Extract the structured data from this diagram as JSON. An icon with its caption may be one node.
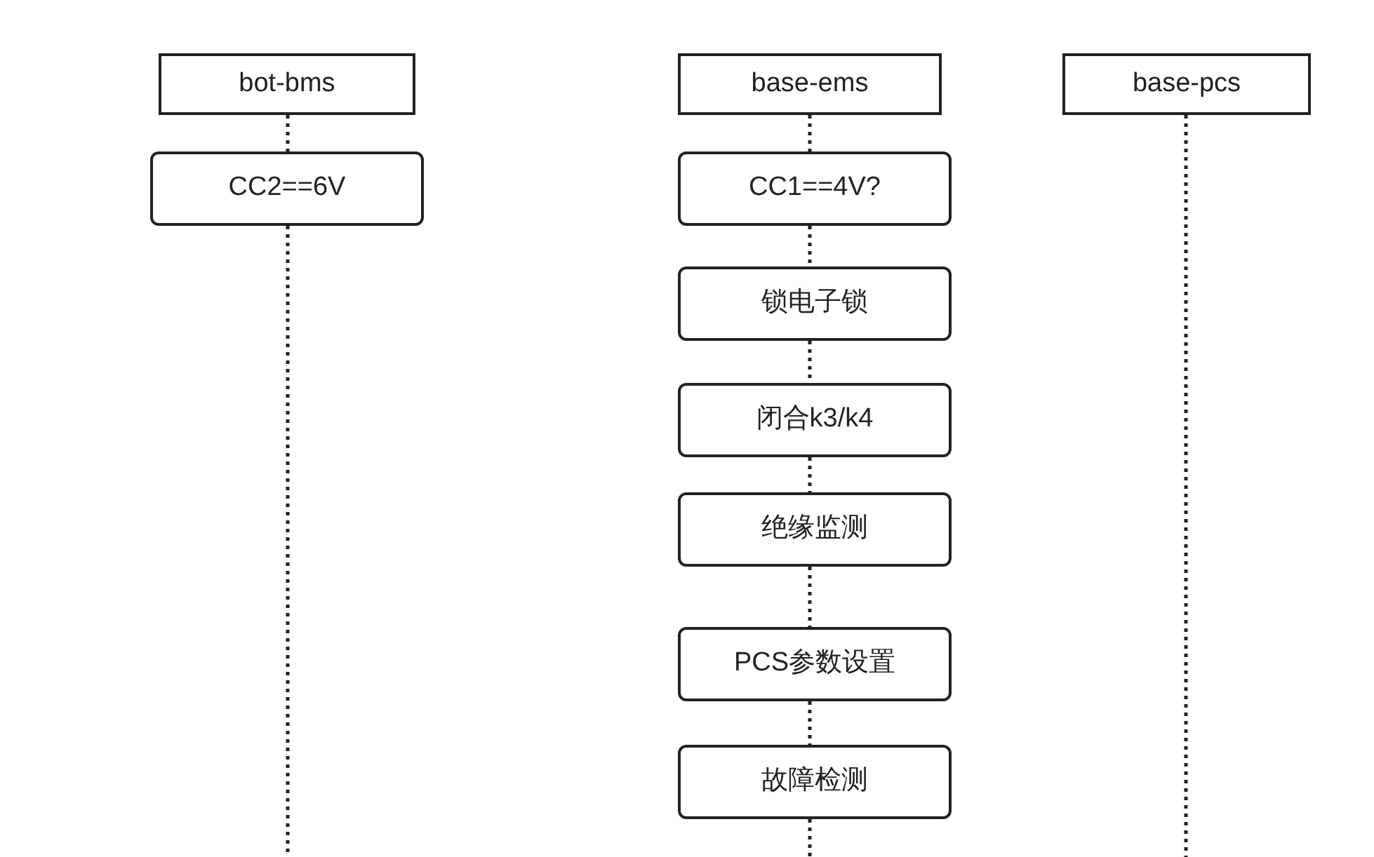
{
  "diagram": {
    "nodes": [
      {
        "text": [
          "bot-bms"
        ]
      },
      {
        "text": [
          "base-ems"
        ]
      },
      {
        "text": [
          "base-pcs"
        ]
      },
      {
        "text": [
          "CC2==6V"
        ]
      },
      {
        "text": [
          "CC1==4V?"
        ]
      },
      {
        "text": [
          "锁电子锁"
        ]
      },
      {
        "text": [
          "闭合k3/k4"
        ]
      },
      {
        "text": [
          "绝缘监测"
        ]
      },
      {
        "text": [
          "PCS参数设置"
        ]
      },
      {
        "text": [
          "故障检测"
        ]
      }
    ],
    "edges": [
      {
        "from": 0,
        "to": 3,
        "arrow": "none"
      },
      {
        "from": 3,
        "to": null,
        "arrow": "none"
      },
      {
        "from": 1,
        "to": 4,
        "arrow": "none"
      },
      {
        "from": 4,
        "to": 5,
        "arrow": "none"
      },
      {
        "from": 5,
        "to": 6,
        "arrow": "none"
      },
      {
        "from": 6,
        "to": 7,
        "arrow": "none"
      },
      {
        "from": 7,
        "to": 8,
        "arrow": "none"
      },
      {
        "from": 8,
        "to": 9,
        "arrow": "none"
      },
      {
        "from": 9,
        "to": null,
        "arrow": "none"
      },
      {
        "from": 2,
        "to": null,
        "arrow": "none"
      }
    ]
  }
}
